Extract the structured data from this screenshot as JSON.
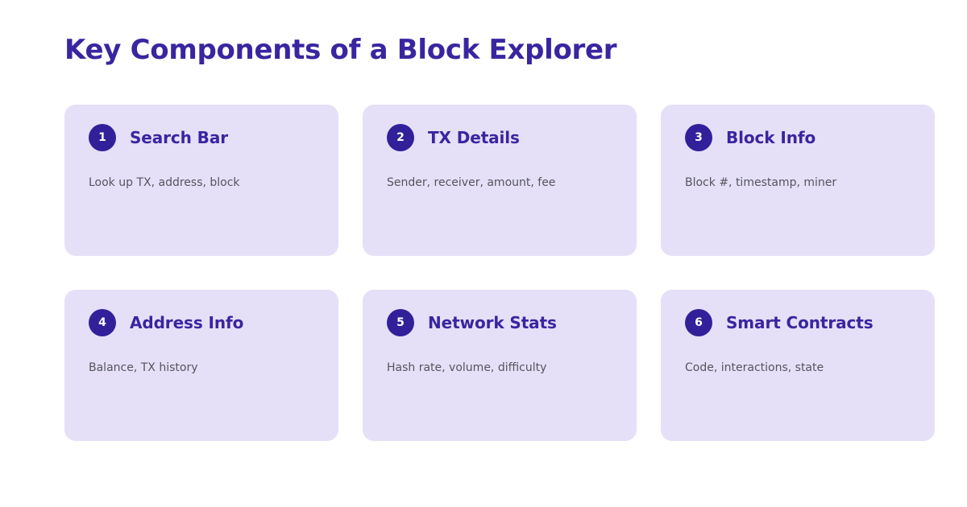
{
  "header": {
    "title": "Key Components of a Block Explorer"
  },
  "theme": {
    "page_background": "#ffffff",
    "card_background": "#E5E0F7",
    "badge_background": "#32209B",
    "badge_text_color": "#ffffff",
    "title_color": "#3A25A0",
    "description_color": "#55555F"
  },
  "cards": [
    {
      "number": "1",
      "title": "Search Bar",
      "description": "Look up TX, address, block"
    },
    {
      "number": "2",
      "title": "TX Details",
      "description": "Sender, receiver, amount, fee"
    },
    {
      "number": "3",
      "title": "Block Info",
      "description": "Block #, timestamp, miner"
    },
    {
      "number": "4",
      "title": "Address Info",
      "description": "Balance, TX history"
    },
    {
      "number": "5",
      "title": "Network Stats",
      "description": "Hash rate, volume, difficulty"
    },
    {
      "number": "6",
      "title": "Smart Contracts",
      "description": "Code, interactions, state"
    }
  ]
}
